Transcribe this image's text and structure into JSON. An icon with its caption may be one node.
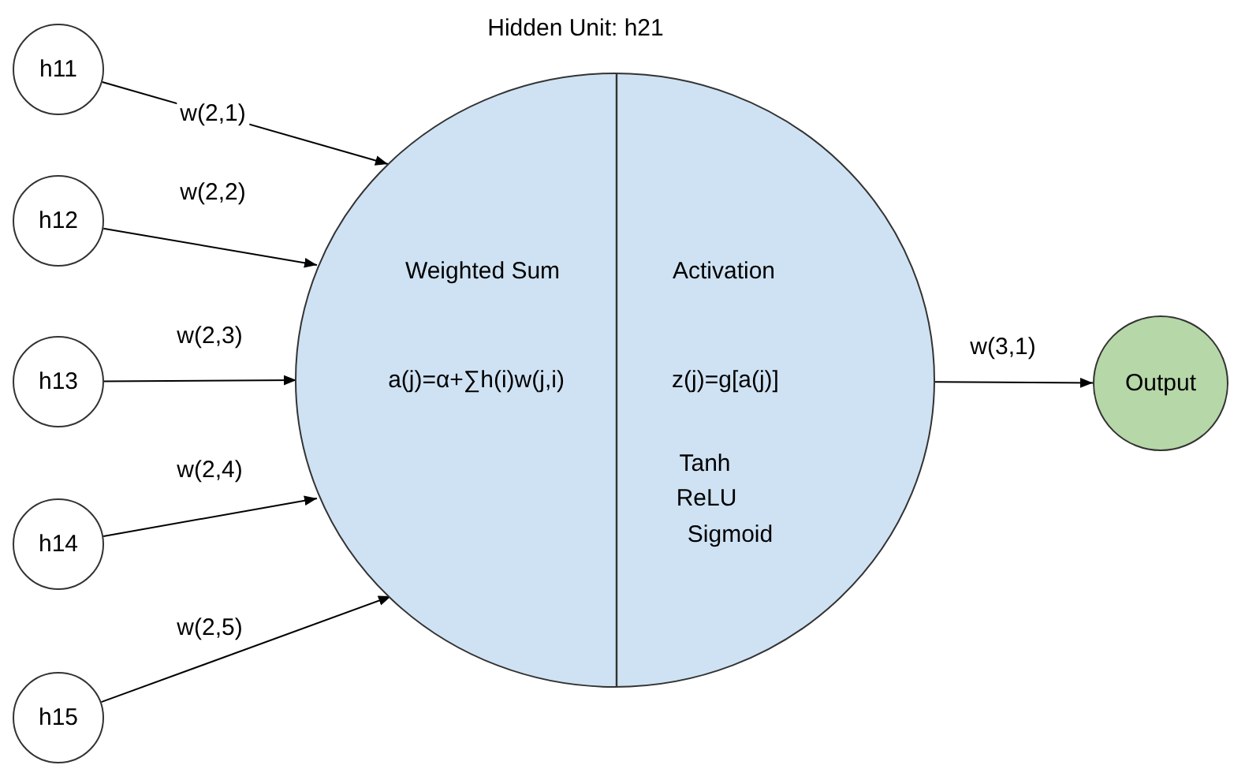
{
  "diagram": {
    "nodes": [
      {
        "text": [
          "h11"
        ]
      },
      {
        "text": [
          "h12"
        ]
      },
      {
        "text": [
          "h13"
        ]
      },
      {
        "text": [
          "h14"
        ]
      },
      {
        "text": [
          "h15"
        ]
      },
      {
        "text": [
          "Hidden Unit: h21",
          "Weighted Sum",
          "a(j)=α+∑h(i)w(j,i)",
          "Activation",
          "z(j)=g[a(j)]",
          "Tanh",
          "ReLU",
          "Sigmoid"
        ]
      },
      {
        "text": [
          "Output"
        ]
      }
    ],
    "edges": [
      {
        "from": 0,
        "to": 5,
        "arrow": "to",
        "label": "w(2,1)"
      },
      {
        "from": 1,
        "to": 5,
        "arrow": "to",
        "label": "w(2,2)"
      },
      {
        "from": 2,
        "to": 5,
        "arrow": "to",
        "label": "w(2,3)"
      },
      {
        "from": 3,
        "to": 5,
        "arrow": "to",
        "label": "w(2,4)"
      },
      {
        "from": 4,
        "to": 5,
        "arrow": "to",
        "label": "w(2,5)"
      },
      {
        "from": 5,
        "to": 6,
        "arrow": "to",
        "label": "w(3,1)"
      }
    ]
  }
}
